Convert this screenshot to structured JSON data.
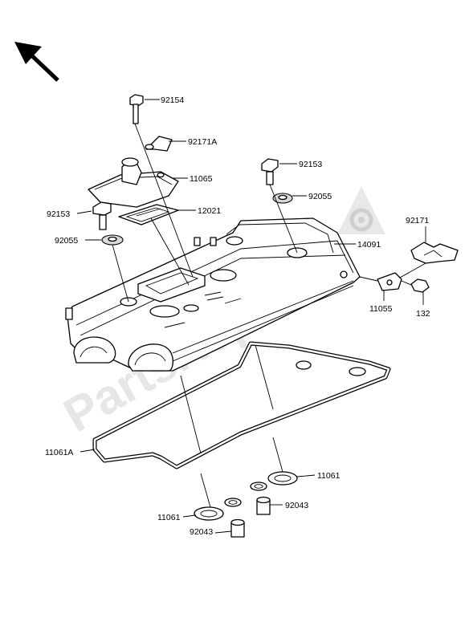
{
  "watermark": "PartsRepublik",
  "parts": [
    {
      "id": "92154",
      "label": "92154"
    },
    {
      "id": "92171A",
      "label": "92171A"
    },
    {
      "id": "11065",
      "label": "11065"
    },
    {
      "id": "92153a",
      "label": "92153"
    },
    {
      "id": "92055a",
      "label": "92055"
    },
    {
      "id": "92153b",
      "label": "92153"
    },
    {
      "id": "12021",
      "label": "12021"
    },
    {
      "id": "92055b",
      "label": "92055"
    },
    {
      "id": "14091",
      "label": "14091"
    },
    {
      "id": "92171",
      "label": "92171"
    },
    {
      "id": "11055",
      "label": "11055"
    },
    {
      "id": "132",
      "label": "132"
    },
    {
      "id": "11061A",
      "label": "11061A"
    },
    {
      "id": "11061a",
      "label": "11061"
    },
    {
      "id": "11061b",
      "label": "11061"
    },
    {
      "id": "92043a",
      "label": "92043"
    },
    {
      "id": "92043b",
      "label": "92043"
    }
  ]
}
